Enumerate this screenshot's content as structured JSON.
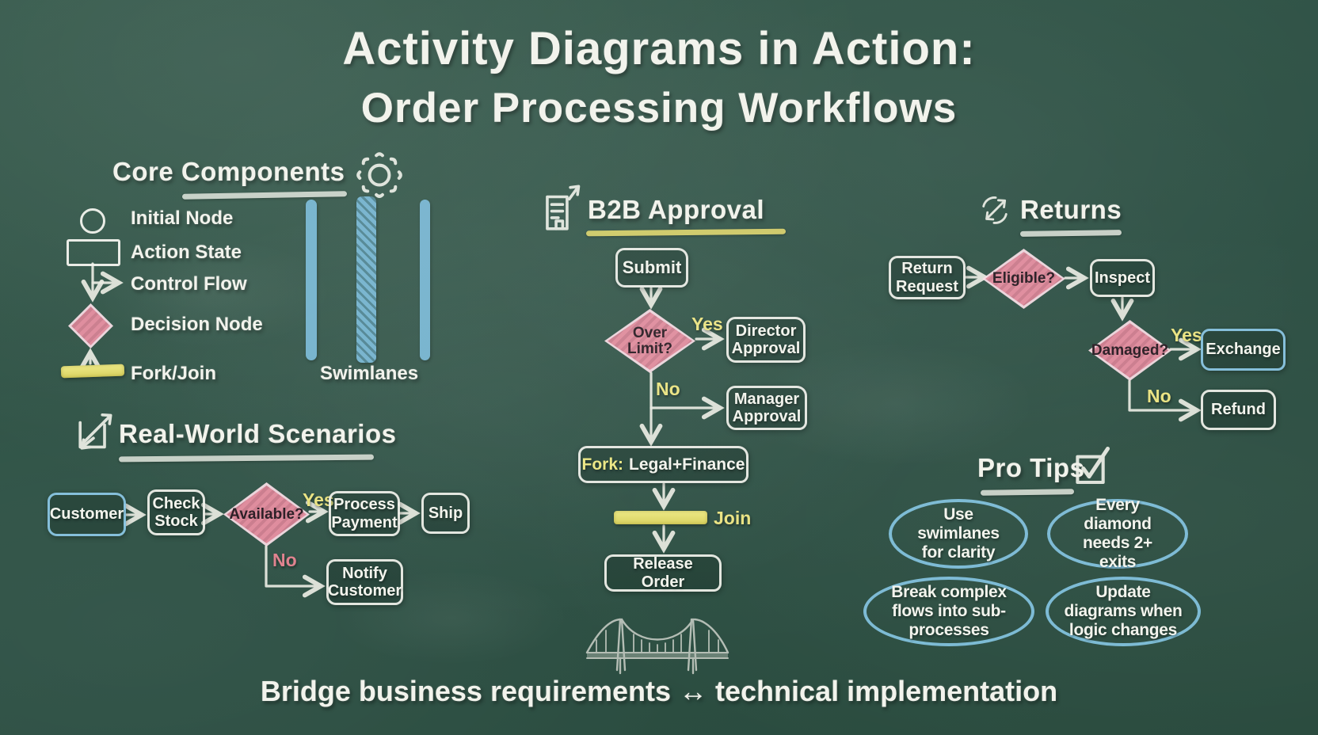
{
  "title": {
    "line1": "Activity Diagrams in Action:",
    "line2": "Order Processing Workflows"
  },
  "colors": {
    "board_green": "#2e5346",
    "chalk_white": "#f2f3ec",
    "chalk_yellow": "#eae383",
    "chalk_pink": "#df8d9e",
    "chalk_blue": "#7fc0e0",
    "diamond_text": "#2d2027"
  },
  "icons": {
    "core": "gear-icon",
    "real_world": "task-plan-icon",
    "b2b": "building-growth-icon",
    "returns": "exchange-arrows-icon",
    "pro_tips": "checkbox-icon",
    "footer": "suspension-bridge-sketch"
  },
  "core_components": {
    "heading": "Core Components",
    "items": [
      {
        "label": "Initial Node"
      },
      {
        "label": "Action State"
      },
      {
        "label": "Control Flow"
      },
      {
        "label": "Decision Node"
      },
      {
        "label": "Fork/Join"
      }
    ],
    "swimlanes_label": "Swimlanes"
  },
  "real_world": {
    "heading": "Real-World Scenarios",
    "nodes": {
      "customer": "Customer",
      "check_stock": "Check Stock",
      "available": "Available?",
      "process_payment": "Process Payment",
      "ship": "Ship",
      "notify_customer": "Notify Customer"
    },
    "yes_label": "Yes",
    "no_label": "No"
  },
  "b2b_approval": {
    "heading": "B2B Approval",
    "nodes": {
      "submit": "Submit",
      "over_limit": "Over Limit?",
      "director": "Director Approval",
      "manager": "Manager Approval",
      "fork_prefix": "Fork:",
      "fork_label": "Legal+Finance",
      "join_label": "Join",
      "release": "Release Order"
    },
    "yes_label": "Yes",
    "no_label": "No"
  },
  "returns": {
    "heading": "Returns",
    "nodes": {
      "return_request": "Return Request",
      "eligible": "Eligible?",
      "inspect": "Inspect",
      "damaged": "Damaged?",
      "exchange": "Exchange",
      "refund": "Refund"
    },
    "yes_label": "Yes",
    "no_label": "No"
  },
  "pro_tips": {
    "heading": "Pro Tips",
    "tips": [
      "Use swimlanes for clarity",
      "Every diamond needs 2+ exits",
      "Break complex flows into sub-processes",
      "Update diagrams when logic changes"
    ]
  },
  "footer": {
    "text": "Bridge business requirements ↔ technical implementation"
  }
}
